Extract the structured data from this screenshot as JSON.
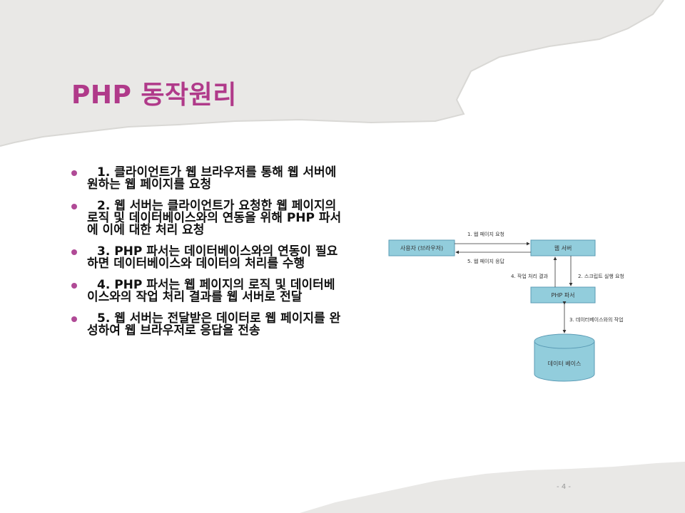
{
  "slide": {
    "title": "PHP 동작원리",
    "bullets": [
      "1. 클라이언트가 웹 브라우저를 통해 웹 서버에 원하는 웹 페이지를 요청",
      "2. 웹 서버는 클라이언트가 요청한 웹 페이지의 로직 및 데이터베이스와의 연동을 위해 PHP 파서에 이에 대한 처리 요청",
      "3. PHP 파서는 데이터베이스와의 연동이 필요하면 데이터베이스와 데이터의 처리를 수행",
      "4. PHP 파서는 웹 페이지의 로직 및 데이터베이스와의 작업 처리 결과를 웹 서버로 전달",
      "5. 웹 서버는 전달받은 데이터로 웹 페이지를 완성하여 웹 브라우저로 응답을 전송"
    ],
    "page_number": "- 4 -"
  },
  "diagram": {
    "nodes": {
      "user": "사용자 (브라우저)",
      "webserver": "웹 서버",
      "parser": "PHP 파서",
      "database": "데이터 베이스"
    },
    "edges": {
      "request": "1. 웹 페이지 요청",
      "script": "2. 스크립트 실행 요청",
      "db_work": "3. 데이터베이스와의 작업",
      "result": "4. 작업 처리 결과",
      "response": "5. 웹 페이지 응답"
    },
    "colors": {
      "box_fill": "#92cddc",
      "box_stroke": "#5b9bb5",
      "arrow": "#333333"
    }
  },
  "theme": {
    "title_color": "#b03a8a",
    "bullet_color": "#b04a96",
    "paper_gray": "#e9e8e6"
  }
}
